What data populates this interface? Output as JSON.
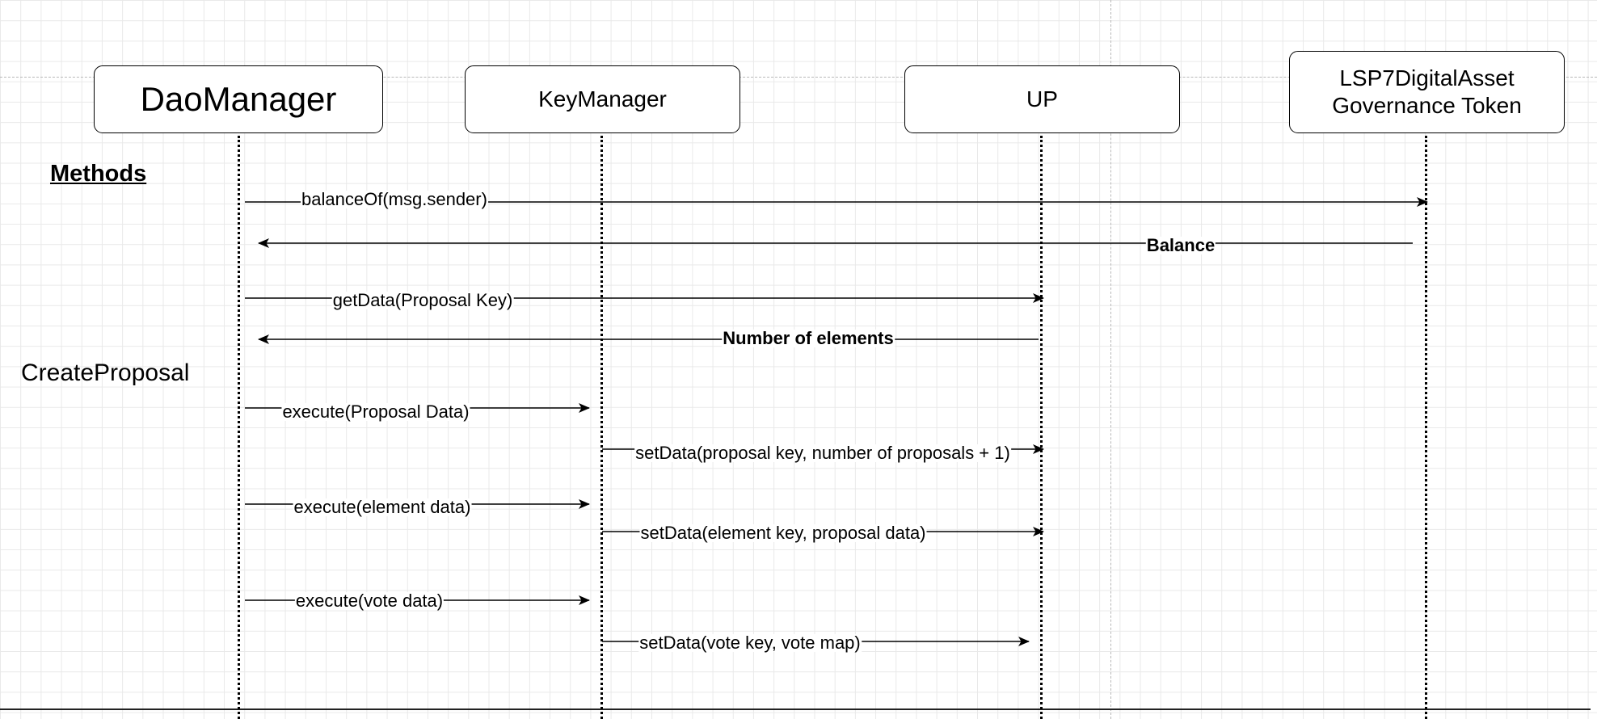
{
  "actors": {
    "dao": "DaoManager",
    "key": "KeyManager",
    "up": "UP",
    "lsp7": "LSP7DigitalAsset\nGovernance Token"
  },
  "labels": {
    "methods": "Methods",
    "create_proposal": "CreateProposal"
  },
  "messages": {
    "m1": {
      "text": "balanceOf(msg.sender)",
      "from": "dao",
      "to": "lsp7",
      "bold": false
    },
    "m2": {
      "text": "Balance",
      "from": "lsp7",
      "to": "dao",
      "bold": true
    },
    "m3": {
      "text": "getData(Proposal Key)",
      "from": "dao",
      "to": "up",
      "bold": false
    },
    "m4": {
      "text": "Number of elements",
      "from": "up",
      "to": "dao",
      "bold": true
    },
    "m5": {
      "text": "execute(Proposal Data)",
      "from": "dao",
      "to": "key",
      "bold": false
    },
    "m6": {
      "text": "setData(proposal key, number of proposals + 1)",
      "from": "key",
      "to": "up",
      "bold": false
    },
    "m7": {
      "text": "execute(element data)",
      "from": "dao",
      "to": "key",
      "bold": false
    },
    "m8": {
      "text": "setData(element key, proposal data)",
      "from": "key",
      "to": "up",
      "bold": false
    },
    "m9": {
      "text": "execute(vote data)",
      "from": "dao",
      "to": "key",
      "bold": false
    },
    "m10": {
      "text": "setData(vote key, vote map)",
      "from": "key",
      "to": "up",
      "bold": false
    }
  }
}
